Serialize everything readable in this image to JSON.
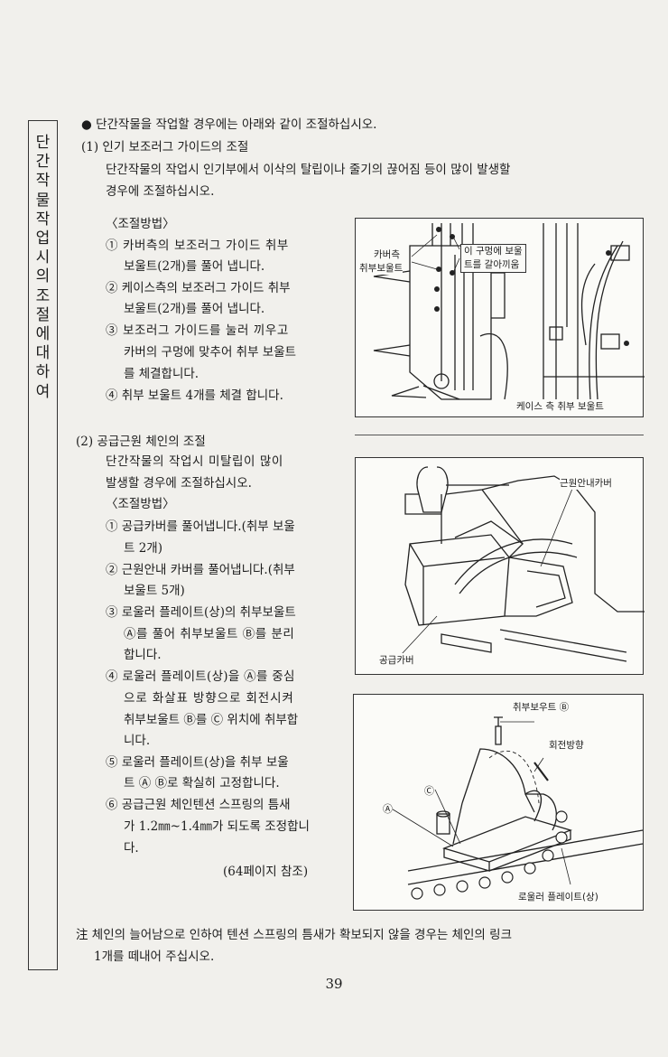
{
  "sidebar": {
    "title": "단간작물 작업시의 조절에 대하여"
  },
  "intro": "● 단간작물을 작업할 경우에는 아래와 같이 조절하십시오.",
  "section1": {
    "heading": "(1) 인기 보조러그 가이드의 조절",
    "desc": [
      "단간작물의 작업시 인기부에서 이삭의 탈립이나 줄기의 끊어짐 등이 많이 발생할",
      "경우에 조절하십시오."
    ],
    "method_title": "〈조절방법〉",
    "steps": [
      [
        "① 카버측의 보조러그 가이드 취부",
        "보울트(2개)를 풀어 냅니다."
      ],
      [
        "② 케이스측의 보조러그 가이드 취부",
        "보울트(2개)를 풀어 냅니다."
      ],
      [
        "③ 보조러그 가이드를 눌러 끼우고",
        "카버의 구멍에 맞추어 취부 보울트",
        "를 체결합니다."
      ],
      [
        "④ 취부 보울트 4개를 체결 합니다."
      ]
    ],
    "figure": {
      "label_cover_bolt_1": "카버측",
      "label_cover_bolt_2": "취부보울트",
      "label_hole_1": "이 구멍에 보울",
      "label_hole_2": "트를 갈아끼움",
      "label_case_bolt": "케이스 측 취부 보울트"
    }
  },
  "section2": {
    "heading": "(2) 공급근원 체인의 조절",
    "desc": [
      "단간작물의 작업시 미탈립이 많이",
      "발생할 경우에 조절하십시오."
    ],
    "method_title": "〈조절방법〉",
    "steps": [
      [
        "① 공급카버를 풀어냅니다.(취부 보울",
        "트 2개)"
      ],
      [
        "② 근원안내 카버를 풀어냅니다.(취부",
        "보울트 5개)"
      ],
      [
        "③ 로울러 플레이트(상)의 취부보울트",
        "Ⓐ를 풀어 취부보울트 Ⓑ를 분리",
        "합니다."
      ],
      [
        "④ 로울러 플레이트(상)을 Ⓐ를 중심",
        "으로 화살표 방향으로 회전시켜",
        "취부보울트 Ⓑ를 Ⓒ 위치에 취부합",
        "니다."
      ],
      [
        "⑤ 로울러 플레이트(상)을 취부 보울",
        "트 Ⓐ Ⓑ로 확실히 고정합니다."
      ],
      [
        "⑥ 공급근원 체인텐션 스프링의 틈새",
        "가 1.2㎜~1.4㎜가 되도록 조정합니",
        "다."
      ]
    ],
    "ref": "(64페이지 참조)",
    "figure2": {
      "label_guide_cover": "근원안내카버",
      "label_supply_cover": "공급카버"
    },
    "figure3": {
      "label_bolt_b": "취부보우트 Ⓑ",
      "label_rotation": "회전방향",
      "label_roller": "로울러 플레이트(상)",
      "mark_a": "Ⓐ",
      "mark_c": "Ⓒ"
    }
  },
  "note": [
    "注 체인의 늘어남으로 인하여 텐션 스프링의 틈새가 확보되지 않을 경우는 체인의 링크",
    "1개를 떼내어 주십시오."
  ],
  "page_number": "39"
}
